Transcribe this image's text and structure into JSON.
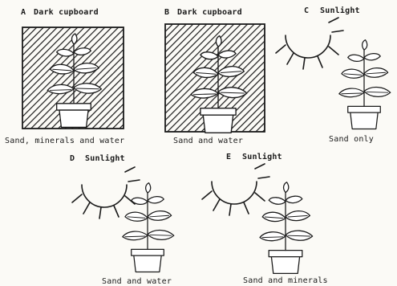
{
  "panels": [
    {
      "letter": "A",
      "condition": "Dark cupboard",
      "caption": "Sand, minerals and water"
    },
    {
      "letter": "B",
      "condition": "Dark cupboard",
      "caption": "Sand and water"
    },
    {
      "letter": "C",
      "condition": "Sunlight",
      "caption": "Sand only"
    },
    {
      "letter": "D",
      "condition": "Sunlight",
      "caption": "Sand and water"
    },
    {
      "letter": "E",
      "condition": "Sunlight",
      "caption": "Sand and minerals"
    }
  ]
}
